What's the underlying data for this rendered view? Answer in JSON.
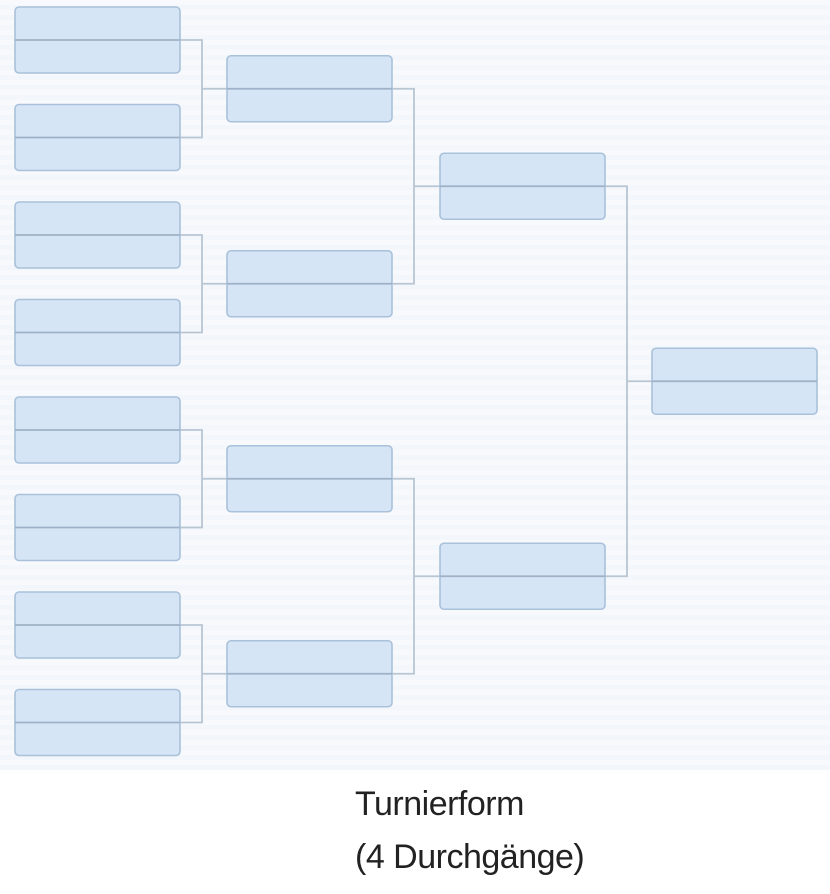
{
  "caption": {
    "line1": "Turnierform",
    "line2": "(4 Durchgänge)"
  },
  "bracket": {
    "rounds": [
      {
        "name": "round-1",
        "matches": 8
      },
      {
        "name": "round-2",
        "matches": 4
      },
      {
        "name": "semifinal",
        "matches": 2
      },
      {
        "name": "final",
        "matches": 1
      }
    ]
  },
  "colors": {
    "box_fill": "#d5e5f5",
    "box_stroke": "#a9c1da",
    "divider": "#9eb1c6",
    "connector": "#b8c5d3"
  }
}
